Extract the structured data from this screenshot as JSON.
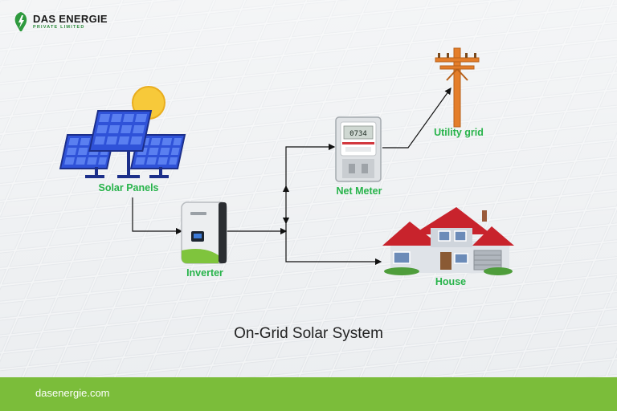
{
  "brand": {
    "name": "DAS ENERGIE",
    "tagline": "PRIVATE LIMITED"
  },
  "components": {
    "solar_panels": "Solar Panels",
    "inverter": "Inverter",
    "net_meter": "Net Meter",
    "utility_grid": "Utility grid",
    "house": "House"
  },
  "meter_display": "0734",
  "title": "On-Grid Solar System",
  "footer": {
    "website": "dasenergie.com"
  },
  "colors": {
    "label_green": "#27b34a",
    "footer_green": "#7bbd3a",
    "panel_blue": "#2f52d8",
    "roof_red": "#c8232c"
  }
}
